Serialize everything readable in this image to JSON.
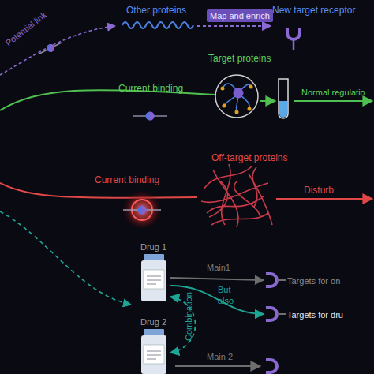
{
  "diagram": {
    "nodes": [
      {
        "text": [
          "Other proteins"
        ]
      },
      {
        "text": [
          "New target receptor"
        ]
      },
      {
        "text": [
          "Target proteins"
        ]
      },
      {
        "text": [
          "Off-target proteins"
        ]
      },
      {
        "text": [
          "Drug 1"
        ]
      },
      {
        "text": [
          "Drug 2"
        ]
      },
      {
        "text": [
          "Targets for on"
        ]
      },
      {
        "text": [
          "Targets for dru"
        ]
      }
    ],
    "edges": [
      {
        "from": 0,
        "to": 1,
        "label": "Map and enrich",
        "arrow": "to"
      },
      {
        "from": 4,
        "to": 6,
        "label": "Main1",
        "arrow": "to"
      },
      {
        "from": 4,
        "to": 7,
        "label": "But also",
        "arrow": "to"
      },
      {
        "from": 4,
        "to": 5,
        "label": "Combination",
        "arrow": "both"
      }
    ],
    "labels": [
      "Potential link",
      "Current binding",
      "Normal regulatio",
      "Current binding",
      "Disturb",
      "Main 2"
    ]
  }
}
